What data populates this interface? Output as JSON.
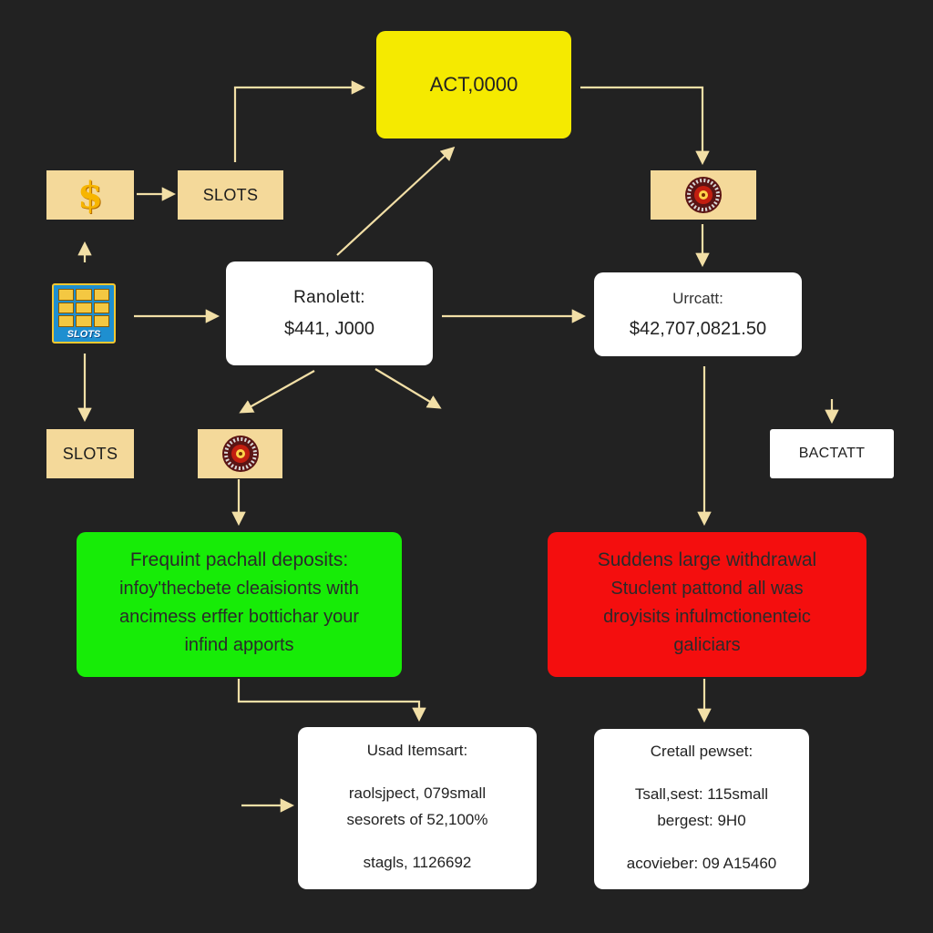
{
  "nodes": {
    "act": {
      "label": "ACT,0000"
    },
    "dollar": {
      "icon": "dollar-icon",
      "glyph": "$"
    },
    "slots_top": {
      "label": "SLOTS"
    },
    "roulette_right": {
      "icon": "roulette-wheel-icon"
    },
    "slots_machine": {
      "icon": "slot-machine-icon",
      "caption": "SLOTS"
    },
    "ranolett": {
      "title": "Ranolett:",
      "amount": "$441, J000"
    },
    "urrcatt": {
      "title": "Urrcatt:",
      "amount": "$42,707,0821.50"
    },
    "slots_bottom": {
      "label": "SLOTS"
    },
    "roulette_left": {
      "icon": "roulette-wheel-icon"
    },
    "bactatt": {
      "label": "BACTATT"
    },
    "green_panel": {
      "title": "Frequint pachall deposits:",
      "lines": [
        "infoy'thecbete cleaisionts with",
        "ancimess erffer bottichar your",
        "infind apports"
      ]
    },
    "red_panel": {
      "title": "Suddens large withdrawal",
      "lines": [
        "Stuclent pattond all was",
        "droyisits infulmctionenteic",
        "galiciars"
      ]
    },
    "usad": {
      "title": "Usad Itemsart:",
      "lines": [
        "raolsjpect, 079small",
        "sesorets of 52,100%"
      ],
      "footer": "stagls, 1126692"
    },
    "cretall": {
      "title": "Cretall pewset:",
      "lines": [
        "Tsall,sest: 115small",
        "bergest: 9H0"
      ],
      "footer": "acovieber: 09 A15460"
    }
  },
  "colors": {
    "background": "#222222",
    "arrow": "#f2dfa6",
    "tan": "#f4d99a",
    "yellow": "#f5ea00",
    "green": "#17ec07",
    "red": "#f40e0e",
    "white": "#ffffff"
  }
}
